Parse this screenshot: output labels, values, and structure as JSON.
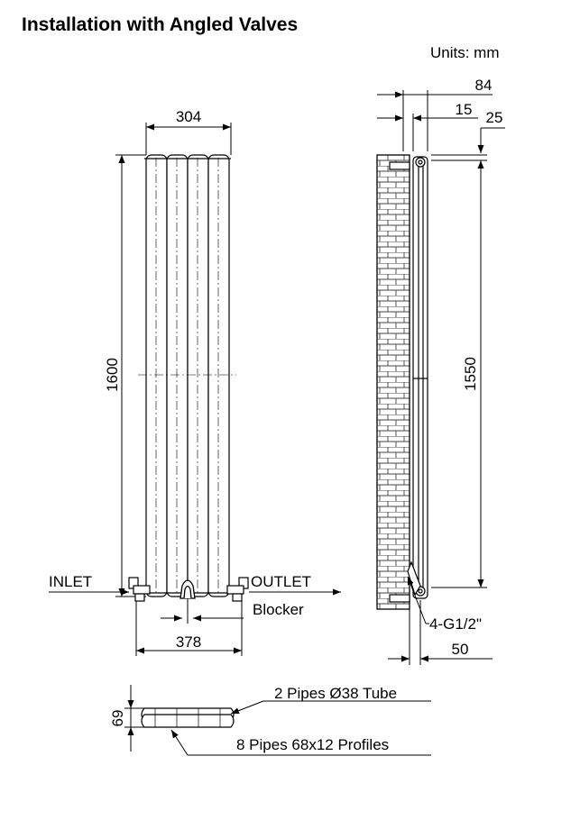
{
  "title": "Installation with Angled Valves",
  "units": "Units: mm",
  "front_view": {
    "width_label": "304",
    "height_label": "1600",
    "inlet_label": "INLET",
    "outlet_label": "OUTLET",
    "blocker_label": "Blocker",
    "pipe_spacing_label": "378"
  },
  "side_view": {
    "depth_label": "84",
    "gap_label": "15",
    "valve_offset_label": "25",
    "center_height_label": "1550",
    "connection_label": "4-G1/2\"",
    "wall_offset_label": "50"
  },
  "top_view": {
    "thickness_label": "69",
    "tube_label": "2 Pipes Ø38 Tube",
    "profiles_label": "8 Pipes 68x12 Profiles"
  }
}
